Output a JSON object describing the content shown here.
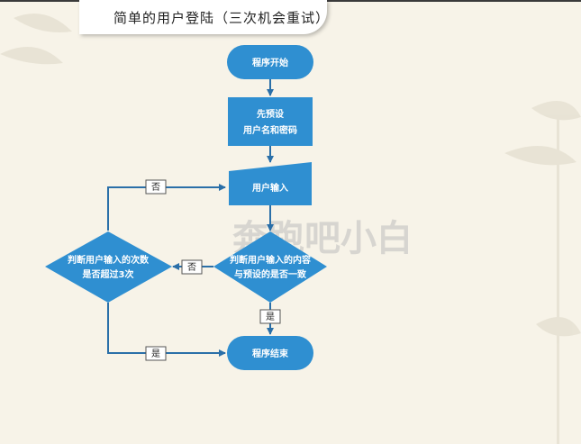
{
  "title": "简单的用户登陆（三次机会重试）",
  "watermark": "奔跑吧小白",
  "colors": {
    "node_fill": "#2f8fd1",
    "edge": "#2a6fa8",
    "background": "#f7f3e8"
  },
  "nodes": {
    "start": {
      "label": "程序开始"
    },
    "preset": {
      "line1": "先预设",
      "line2": "用户名和密码"
    },
    "input": {
      "label": "用户输入"
    },
    "compare": {
      "line1": "判断用户输入的内容",
      "line2": "与预设的是否一致"
    },
    "count": {
      "line1": "判断用户输入的次数",
      "line2": "是否超过3次"
    },
    "end": {
      "label": "程序结束"
    }
  },
  "edge_labels": {
    "compare_no": "否",
    "compare_yes": "是",
    "count_no": "否",
    "count_yes": "是"
  }
}
